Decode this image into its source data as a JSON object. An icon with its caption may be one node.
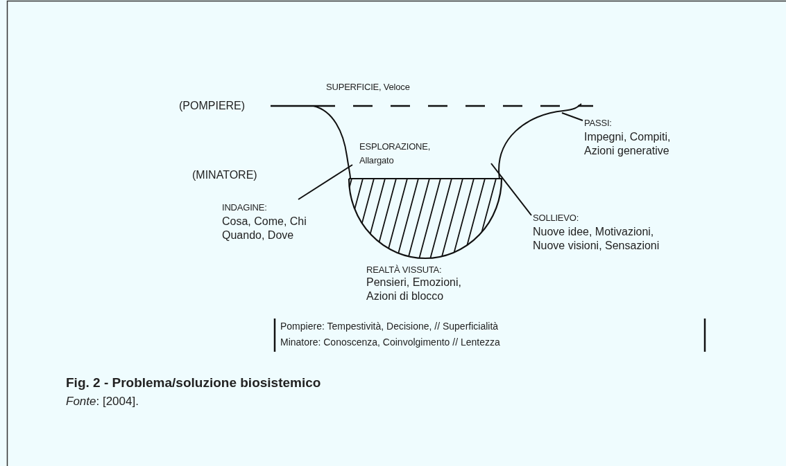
{
  "diagram": {
    "title": "Fig. 2 - Problema/soluzione biosistemico",
    "caption": "*Fonte*: [2004].",
    "nodes": [
      {
        "text": [
          "INDAGINE:",
          "Cosa, Come, Chi Quando, Dove"
        ]
      },
      {
        "text": [
          "SOLLIEVO:",
          "Nuove idee, Motivazioni, Nuove visioni, Sensazioni"
        ]
      },
      {
        "text": [
          "PASSI:",
          "Impegni, Compiti, Azioni generative"
        ]
      }
    ],
    "edges": [
      {
        "from": 0,
        "to": null,
        "arrow": "none"
      },
      {
        "from": 1,
        "to": null,
        "arrow": "none"
      },
      {
        "from": 2,
        "to": null,
        "arrow": "none"
      }
    ],
    "labels": [
      "SUPERFICIE, Veloce",
      "(POMPIERE)",
      "ESPLORAZIONE, Allargato",
      "(MINATORE)",
      "REALTÀ VISSUTA:",
      "Pensieri, Emozioni, Azioni di blocco",
      "Pompiere: Tempestività, Decisione, // Superficialità",
      "Minatore: Conoscenza, Coinvolgimento // Lentezza"
    ]
  }
}
